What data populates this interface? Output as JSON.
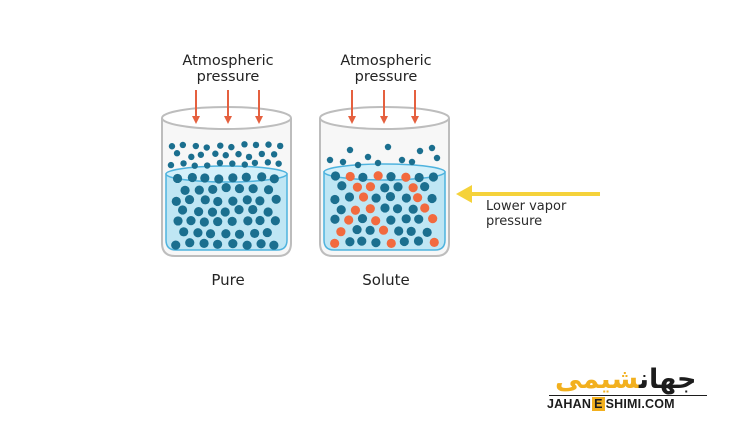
{
  "labels": {
    "atm_left": "Atmospheric\npressure",
    "atm_right": "Atmospheric\npressure",
    "pure": "Pure",
    "solute": "Solute",
    "lower_vapor": "Lower vapor\npressure"
  },
  "logo": {
    "fa_dark": "جهان",
    "fa_gold": "شیمی",
    "en_pre": "JAHAN",
    "en_e": "E",
    "en_post": "SHIMI.COM"
  },
  "colors": {
    "arrow": "#e5603f",
    "yellow_arrow": "#f5d23a",
    "solvent": "#1b6f8f",
    "solute": "#f26a3f",
    "liquid": "#bfe6f4",
    "liquid_edge": "#4fb3de",
    "glass": "#bdbdbd",
    "brand_gold": "#f2b01e"
  }
}
